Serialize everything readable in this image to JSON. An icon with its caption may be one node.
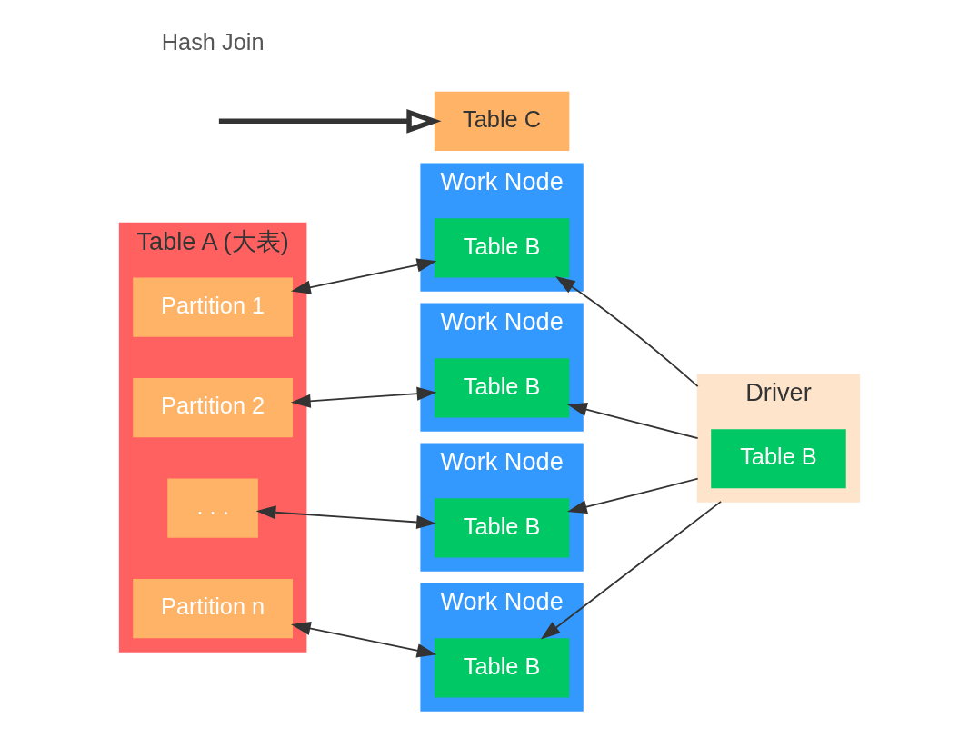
{
  "diagram": {
    "nodes": [
      {
        "text": [
          "Table A (大表)"
        ]
      },
      {
        "text": [
          "Partition 1"
        ],
        "in": 0
      },
      {
        "text": [
          "Partition 2"
        ],
        "in": 0
      },
      {
        "text": [
          ". . ."
        ],
        "in": 0
      },
      {
        "text": [
          "Partition n"
        ],
        "in": 0
      },
      {
        "text": [
          "Work Node"
        ]
      },
      {
        "text": [
          "Table B"
        ],
        "in": 5
      },
      {
        "text": [
          "Work Node"
        ]
      },
      {
        "text": [
          "Table B"
        ],
        "in": 7
      },
      {
        "text": [
          "Work Node"
        ]
      },
      {
        "text": [
          "Table B"
        ],
        "in": 9
      },
      {
        "text": [
          "Work Node"
        ]
      },
      {
        "text": [
          "Table B"
        ],
        "in": 11
      },
      {
        "text": [
          "Driver"
        ]
      },
      {
        "text": [
          "Table B"
        ],
        "in": 13
      },
      {
        "text": [
          "Table C"
        ]
      }
    ],
    "edges": [
      {
        "from": 1,
        "to": 6,
        "arrow": "both"
      },
      {
        "from": 2,
        "to": 8,
        "arrow": "both"
      },
      {
        "from": 3,
        "to": 10,
        "arrow": "both"
      },
      {
        "from": 4,
        "to": 12,
        "arrow": "both"
      },
      {
        "from": 13,
        "to": 6,
        "arrow": "to"
      },
      {
        "from": 13,
        "to": 8,
        "arrow": "to"
      },
      {
        "from": 13,
        "to": 10,
        "arrow": "to"
      },
      {
        "from": 13,
        "to": 12,
        "arrow": "to"
      },
      {
        "from": null,
        "to": 15,
        "arrow": "to",
        "style": "thick"
      }
    ],
    "labels": [
      "Hash Join"
    ]
  }
}
